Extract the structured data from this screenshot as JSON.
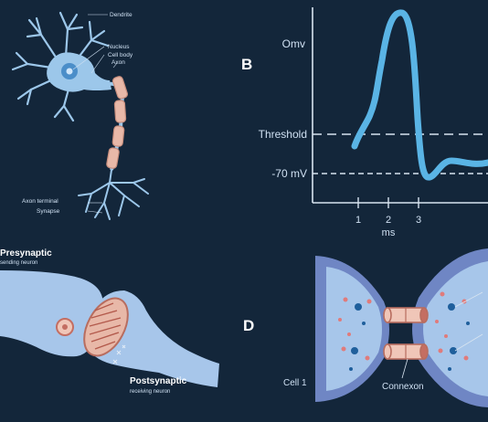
{
  "panelA": {
    "labels": {
      "dendrite": "Dendrite",
      "nucleus": "Nucleus",
      "cell_body": "Cell body",
      "axon": "Axon",
      "axon_terminal": "Axon terminal",
      "synapse": "Synapse"
    }
  },
  "panelB": {
    "letter": "B",
    "y_tick_labels": {
      "top": "Omv",
      "threshold": "Threshold",
      "rest": "-70 mV"
    },
    "x_tick_labels": [
      "1",
      "2",
      "3"
    ],
    "x_axis_label": "ms"
  },
  "panelC": {
    "presynaptic_title": "Presynaptic",
    "presynaptic_subtitle": "sending neuron",
    "postsynaptic_title": "Postsynaptic",
    "postsynaptic_subtitle": "receiving neuron"
  },
  "panelD": {
    "letter": "D",
    "cell1_label": "Cell 1",
    "connexon_label": "Connexon"
  },
  "colors": {
    "background": "#13263a",
    "neuron": "#9cc7ea",
    "action_potential": "#4fb0e0",
    "myelin": "#e8b8a8",
    "cell_membrane": "#6f86c4"
  }
}
